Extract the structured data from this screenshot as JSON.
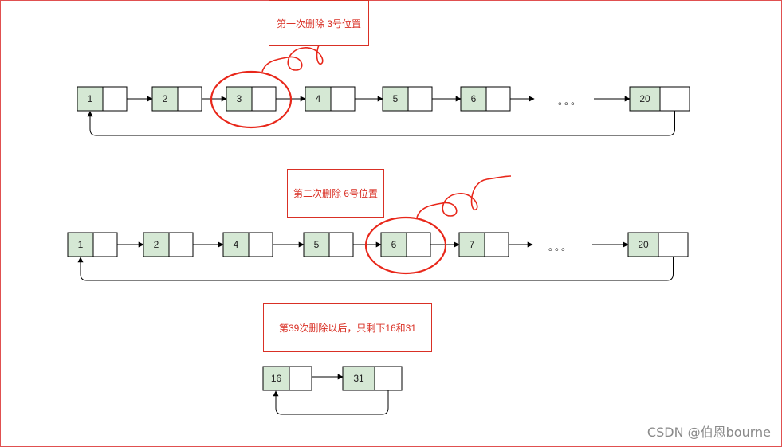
{
  "rounds": [
    {
      "note": "第一次删除 3号位置",
      "nodes": [
        "1",
        "2",
        "3",
        "4",
        "5",
        "6"
      ],
      "ellipsis": "。。。",
      "last": "20",
      "highlight_index": 2
    },
    {
      "note": "第二次删除 6号位置",
      "nodes": [
        "1",
        "2",
        "4",
        "5",
        "6",
        "7"
      ],
      "ellipsis": "。。。",
      "last": "20",
      "highlight_index": 4
    },
    {
      "note": "第39次删除以后，只剩下16和31",
      "nodes": [
        "16",
        "31"
      ]
    }
  ],
  "watermark": "CSDN @伯恩bourne",
  "colors": {
    "node_fill": "#d5e8d4",
    "stroke": "#000000",
    "highlight": "#e8271a",
    "note_text": "#d93025"
  }
}
